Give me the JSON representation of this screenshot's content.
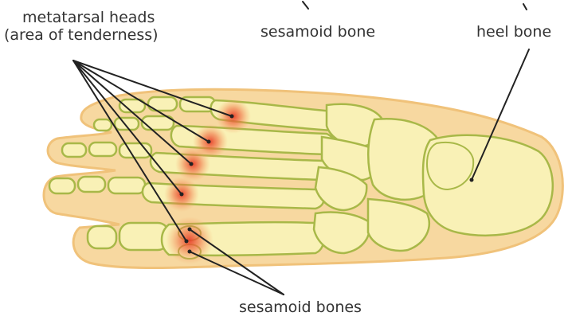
{
  "labels": {
    "metatarsal_heads": "metatarsal heads",
    "area_of_tenderness": "(area of tenderness)",
    "sesamoid_bone": "sesamoid bone",
    "heel_bone": "heel bone",
    "sesamoid_bones": "sesamoid bones"
  },
  "colors": {
    "skin": "#f7d8a0",
    "bone": "#f9f1b6",
    "bone_outline": "#a8b848",
    "tenderness": "#e8402a",
    "leader_line": "#222222",
    "label_text": "#333333"
  }
}
